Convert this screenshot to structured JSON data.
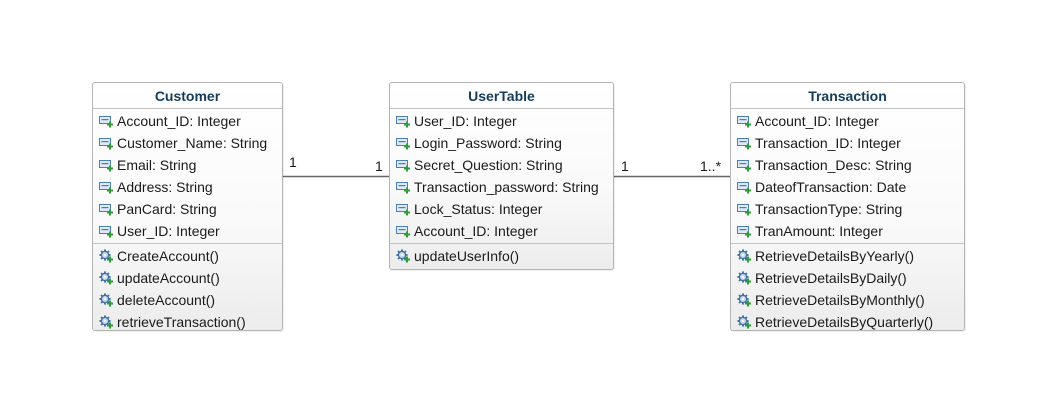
{
  "colors": {
    "class_name": "#143c5a",
    "border": "#b4b4b4",
    "connector": "#666666",
    "attribute_icon": "#4a7fb5",
    "operation_icon": "#3a6da0",
    "visibility_plus": "#2e9a3a"
  },
  "classes": {
    "customer": {
      "name": "Customer",
      "attributes": [
        "Account_ID: Integer",
        "Customer_Name: String",
        "Email: String",
        "Address: String",
        "PanCard: String",
        "User_ID: Integer"
      ],
      "operations": [
        "CreateAccount()",
        "updateAccount()",
        "deleteAccount()",
        "retrieveTransaction()"
      ]
    },
    "usertable": {
      "name": "UserTable",
      "attributes": [
        "User_ID: Integer",
        "Login_Password: String",
        "Secret_Question: String",
        "Transaction_password: String",
        "Lock_Status: Integer",
        "Account_ID: Integer"
      ],
      "operations": [
        "updateUserInfo()"
      ]
    },
    "transaction": {
      "name": "Transaction",
      "attributes": [
        "Account_ID: Integer",
        "Transaction_ID: Integer",
        "Transaction_Desc: String",
        "DateofTransaction: Date",
        "TransactionType: String",
        "TranAmount: Integer"
      ],
      "operations": [
        "RetrieveDetailsByYearly()",
        "RetrieveDetailsByDaily()",
        "RetrieveDetailsByMonthly()",
        "RetrieveDetailsByQuarterly()"
      ]
    }
  },
  "associations": [
    {
      "from": "Customer",
      "to": "UserTable",
      "from_multiplicity": "1",
      "to_multiplicity": "1"
    },
    {
      "from": "UserTable",
      "to": "Transaction",
      "from_multiplicity": "1",
      "to_multiplicity": "1..*"
    }
  ]
}
